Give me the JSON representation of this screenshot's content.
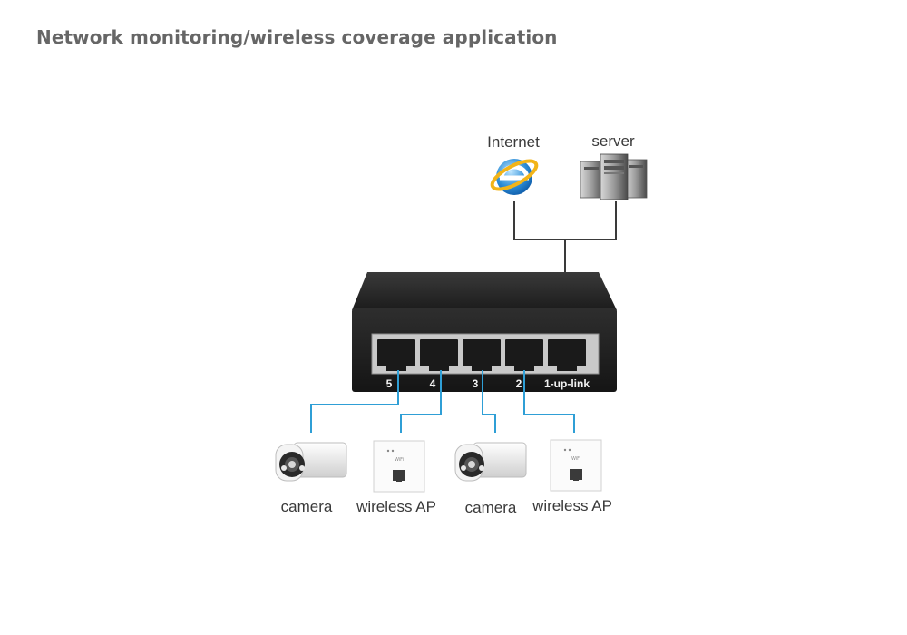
{
  "title": "Network monitoring/wireless coverage application",
  "nodes": {
    "internet": "Internet",
    "server": "server",
    "camera_1": "camera",
    "ap_1": "wireless AP",
    "camera_2": "camera",
    "ap_2": "wireless AP"
  },
  "switch": {
    "ports": [
      "5",
      "4",
      "3",
      "2",
      "1-up-link"
    ]
  },
  "ap_panel_text": "WiFi",
  "colors": {
    "title": "#666666",
    "uplink_cable": "#3a3a3a",
    "device_cable": "#2f9fd6",
    "switch_body": "#1f1f1f",
    "switch_face": "#2a2a2a"
  },
  "icons": {
    "internet": "internet-explorer-icon",
    "server": "server-tower-icon",
    "camera": "cctv-camera-icon",
    "ap": "wall-access-point-icon"
  }
}
